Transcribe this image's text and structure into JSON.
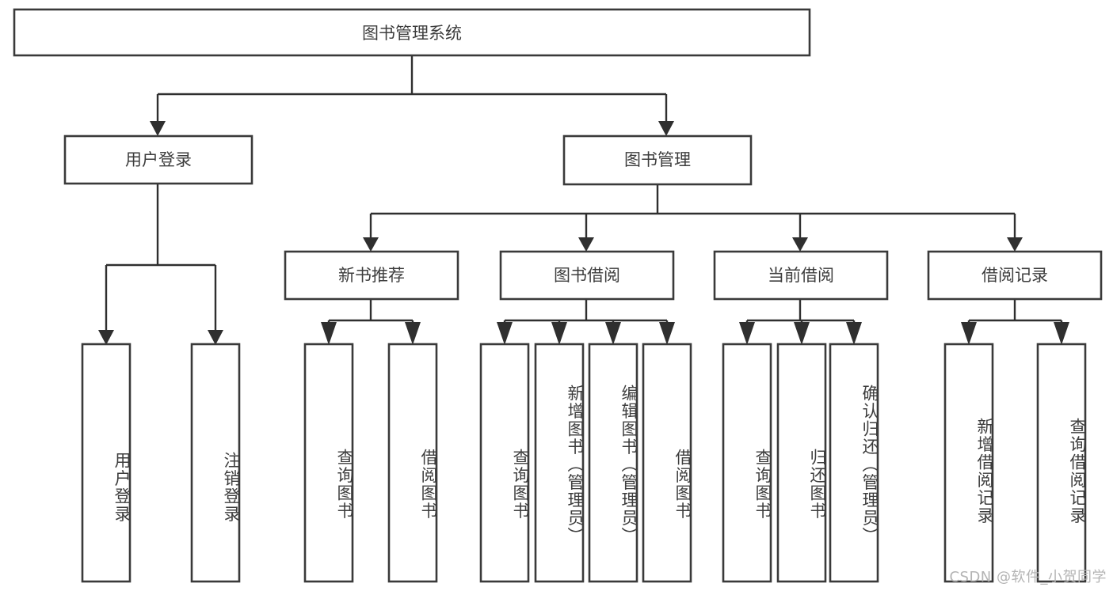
{
  "diagram": {
    "title": "图书管理系统",
    "type": "hierarchy-tree",
    "watermark": "CSDN @软件_小贺同学",
    "colors": {
      "box_stroke": "#3a3a3a",
      "connector": "#2f2f2f",
      "text": "#3d3d3d",
      "background": "#ffffff",
      "watermark": "#b4b4b4"
    },
    "root": {
      "label": "图书管理系统"
    },
    "level2": [
      {
        "label": "用户登录"
      },
      {
        "label": "图书管理"
      }
    ],
    "level3": [
      {
        "label": "新书推荐"
      },
      {
        "label": "图书借阅"
      },
      {
        "label": "当前借阅"
      },
      {
        "label": "借阅记录"
      }
    ],
    "leaves": {
      "user_login": [
        {
          "label": "用户登录"
        },
        {
          "label": "注销登录"
        }
      ],
      "new_book_recommend": [
        {
          "label": "查询图书"
        },
        {
          "label": "借阅图书"
        }
      ],
      "book_borrow": [
        {
          "label": "查询图书"
        },
        {
          "label": "新增图书（管理员）"
        },
        {
          "label": "编辑图书（管理员）"
        },
        {
          "label": "借阅图书"
        }
      ],
      "current_borrow": [
        {
          "label": "查询图书"
        },
        {
          "label": "归还图书"
        },
        {
          "label": "确认归还（管理员）"
        }
      ],
      "borrow_record": [
        {
          "label": "新增借阅记录"
        },
        {
          "label": "查询借阅记录"
        }
      ]
    }
  }
}
